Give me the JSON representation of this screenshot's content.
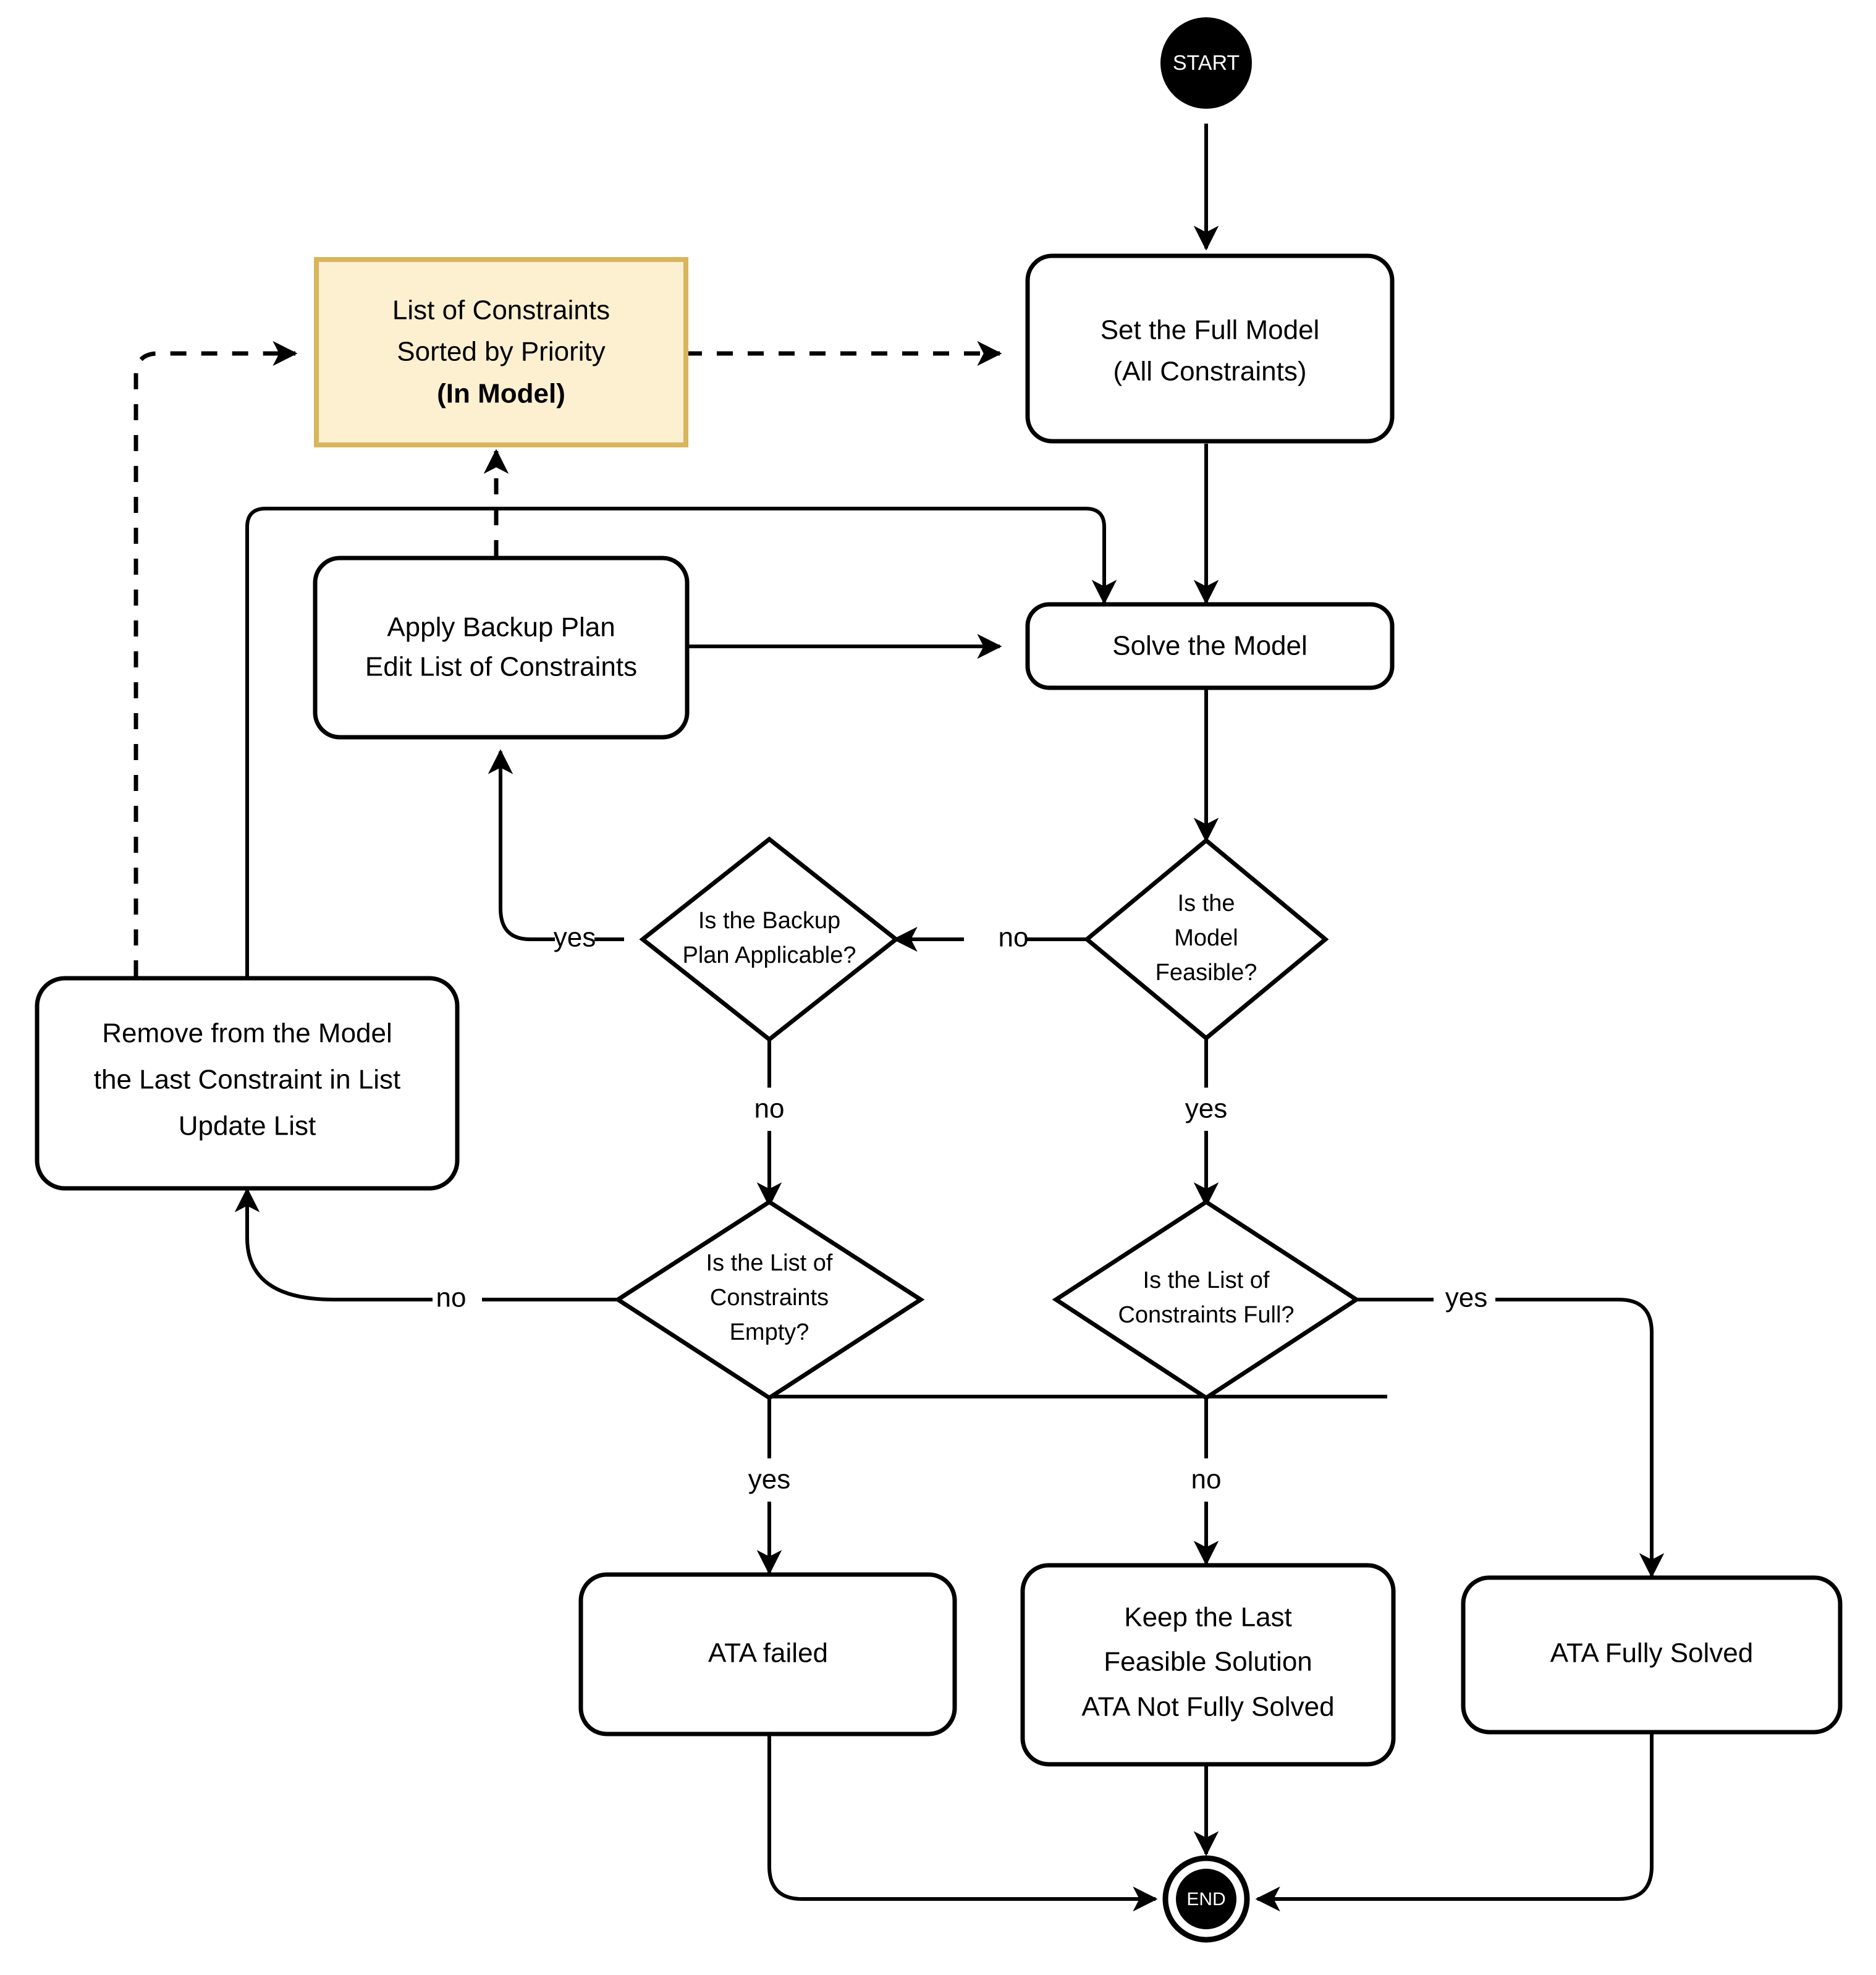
{
  "diagram": {
    "title": "ATA Constraint Relaxation Flowchart",
    "colors": {
      "highlight_fill": "#fdf0d0",
      "highlight_border": "#d9b55c",
      "line": "#000000",
      "node_fill": "#ffffff",
      "terminal_fill": "#000000"
    }
  },
  "nodes": {
    "start": {
      "label": "START"
    },
    "end": {
      "label": "END"
    },
    "list_of_constraints": {
      "line1": "List of Constraints",
      "line2": "Sorted by Priority",
      "line3": "(In Model)"
    },
    "set_full_model": {
      "line1": "Set the Full Model",
      "line2": "(All Constraints)"
    },
    "apply_backup_plan": {
      "line1": "Apply Backup Plan",
      "line2": "Edit List of Constraints"
    },
    "solve_the_model": {
      "line1": "Solve the Model"
    },
    "remove_from_model": {
      "line1": "Remove from the Model",
      "line2": "the Last Constraint in List",
      "line3": "Update List"
    },
    "is_backup_plan_applicable": {
      "line1": "Is the Backup",
      "line2": "Plan Applicable?"
    },
    "is_model_feasible": {
      "line1": "Is the",
      "line2": "Model",
      "line3": "Feasible?"
    },
    "is_list_empty": {
      "line1": "Is the List of",
      "line2": "Constraints",
      "line3": "Empty?"
    },
    "is_list_full": {
      "line1": "Is the List of",
      "line2": "Constraints Full?"
    },
    "ata_failed": {
      "line1": "ATA failed"
    },
    "keep_last_feasible": {
      "line1": "Keep the Last",
      "line2": "Feasible Solution",
      "line3": "ATA Not Fully Solved"
    },
    "ata_fully_solved": {
      "line1": "ATA Fully Solved"
    }
  },
  "edge_labels": {
    "feasible_no": "no",
    "feasible_yes": "yes",
    "backup_yes": "yes",
    "backup_no": "no",
    "empty_no": "no",
    "empty_yes": "yes",
    "full_no": "no",
    "full_yes": "yes"
  }
}
